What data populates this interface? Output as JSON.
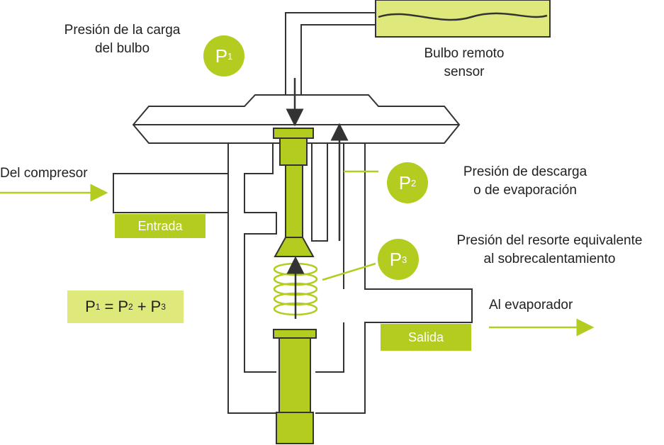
{
  "colors": {
    "accent": "#b3cc1f",
    "accent_light": "#dfe87a",
    "accent_pale": "#eef3b8",
    "line": "#333333"
  },
  "labels": {
    "bulb_pressure": [
      "Presión de la carga",
      "del bulbo"
    ],
    "remote_bulb": [
      "Bulbo remoto",
      "sensor"
    ],
    "from_compressor": "Del compresor",
    "discharge_pressure": [
      "Presión de descarga",
      "o de evaporación"
    ],
    "spring_pressure": [
      "Presión del resorte equivalente",
      "al sobrecalentamiento"
    ],
    "to_evaporator": "Al evaporador",
    "inlet": "Entrada",
    "outlet": "Salida"
  },
  "pressures": {
    "p1": {
      "letter": "P",
      "sub": "1"
    },
    "p2": {
      "letter": "P",
      "sub": "2"
    },
    "p3": {
      "letter": "P",
      "sub": "3"
    }
  },
  "formula": {
    "p1": "P",
    "p1_sub": "1",
    "eq": "=",
    "p2": "P",
    "p2_sub": "2",
    "plus": "+",
    "p3": "P",
    "p3_sub": "3"
  }
}
